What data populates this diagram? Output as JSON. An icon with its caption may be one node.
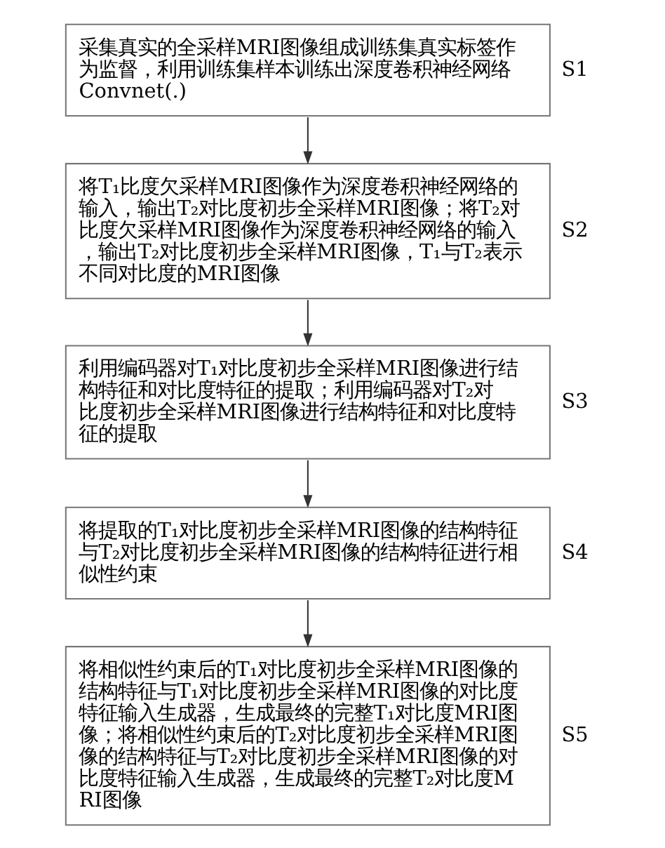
{
  "diagram": {
    "nodes": [
      {
        "text": [
          "采集真实的全采样MRI图像组成训练集真实标签作为监督，利用训练集样本训练出深度卷积神经网络Convnet(.)"
        ],
        "beside": [
          "S1"
        ]
      },
      {
        "text": [
          "将T₁比度欠采样MRI图像作为深度卷积神经网络的输入，输出T₂对比度初步全采样MRI图像；将T₂对比度欠采样MRI图像作为深度卷积神经网络的输入，输出T₂对比度初步全采样MRI图像，T₁与T₂表示不同对比度的MRI图像"
        ],
        "beside": [
          "S2"
        ]
      },
      {
        "text": [
          "利用编码器对T₁对比度初步全采样MRI图像进行结构特征和对比度特征的提取；利用编码器对T₂对比度初步全采样MRI图像进行结构特征和对比度特征的提取"
        ],
        "beside": [
          "S3"
        ]
      },
      {
        "text": [
          "将提取的T₁对比度初步全采样MRI图像的结构特征与T₂对比度初步全采样MRI图像的结构特征进行相似性约束"
        ],
        "beside": [
          "S4"
        ]
      },
      {
        "text": [
          "将相似性约束后的T₁对比度初步全采样MRI图像的结构特征与T₁对比度初步全采样MRI图像的对比度特征输入生成器，生成最终的完整T₁对比度MRI图像；将相似性约束后的T₂对比度初步全采样MRI图像的结构特征与T₂对比度初步全采样MRI图像的对比度特征输入生成器，生成最终的完整T₂对比度MRI图像"
        ],
        "beside": [
          "S5"
        ]
      }
    ],
    "edges": [
      {
        "from": 0,
        "to": 1,
        "arrow": "to"
      },
      {
        "from": 1,
        "to": 2,
        "arrow": "to"
      },
      {
        "from": 2,
        "to": 3,
        "arrow": "to"
      },
      {
        "from": 3,
        "to": 4,
        "arrow": "to"
      }
    ]
  }
}
